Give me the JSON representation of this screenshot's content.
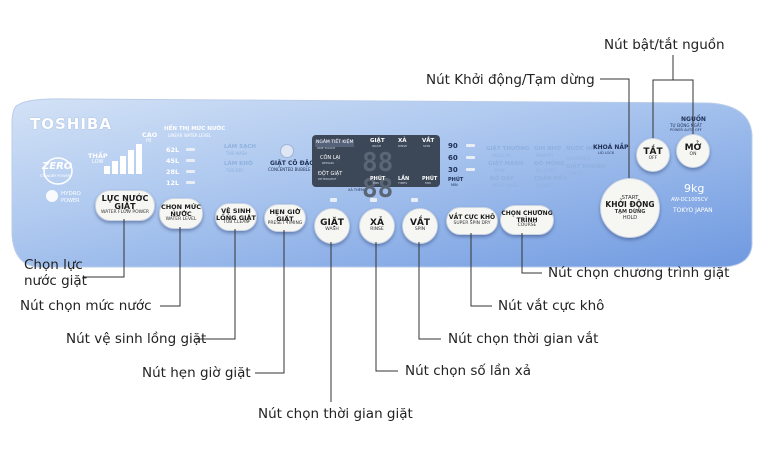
{
  "panel": {
    "brand": "TOSHIBA",
    "zero": "ZERO",
    "zero_sub": "STANDBY POWER",
    "hydro": "HYDRO",
    "hydro_sub": "POWER",
    "water_power": {
      "low": "THẤP",
      "low_sub": "LOW",
      "high": "CAO",
      "high_sub": "HI"
    },
    "water_level": {
      "title": "HỂN THỊ MỨC NƯỚC",
      "sub": "LINEAR WATER LEVEL",
      "levels": [
        "62L",
        "45L",
        "28L",
        "12L"
      ]
    },
    "tub_modes": [
      {
        "label": "LÀM SẠCH",
        "sub": "TUB WASH"
      },
      {
        "label": "LÀM KHÔ",
        "sub": "TUB DRY"
      }
    ],
    "detergent": {
      "label": "GIẶT CÔ ĐẶC",
      "sub": "CONCENTED BUBBLE"
    },
    "display": {
      "left_labels": [
        {
          "label": "NGÂM TIẾT KIỆM",
          "sub": "ONE TOUCH"
        },
        {
          "label": "CÔN LẠI",
          "sub": "REMAIN"
        },
        {
          "label": "ĐỘT GIẶT",
          "sub": "DETERGENT"
        }
      ],
      "top_labels": [
        "GIẶT",
        "XẢ",
        "VẮT"
      ],
      "top_subs": [
        "WASH",
        "RINSE",
        "SPIN"
      ],
      "bottom_labels": [
        "PHÚT",
        "LẦN",
        "PHÚT"
      ],
      "bottom_subs": [
        "MIN",
        "TIMES",
        "MIN"
      ],
      "digits": "88 88"
    },
    "spin_times": [
      "90",
      "60",
      "30",
      "PHÚT"
    ],
    "spin_time_sub": "MIN",
    "programs": [
      {
        "label": "GIẶT THƯỜNG",
        "sub": "REGULAR"
      },
      {
        "label": "GHI NHỚ",
        "sub": "MEMORY"
      },
      {
        "label": "GIẶT MẠNH",
        "sub": "SOAK"
      },
      {
        "label": "ĐỒ MỎNG",
        "sub": "DELICATE"
      },
      {
        "label": "ĐỒ DÀY",
        "sub": "HEAVY WASH"
      },
      {
        "label": "CHĂN MỀN",
        "sub": "BLANKET"
      },
      {
        "label": "NƯỚC NÓNG",
        "sub": "FRAGRANCE"
      },
      {
        "label": "GIẶT NHANH",
        "sub": "SPEED"
      }
    ],
    "lid_lock": {
      "label": "KHOÁ NẮP",
      "sub": "LID LOCK"
    },
    "power_group": {
      "label": "NGUỒN",
      "sub": "TỰ ĐỘNG NGẮT",
      "sub2": "POWER AUTO OFF"
    },
    "model": {
      "capacity": "9kg",
      "code": "AW-DC1005CV",
      "origin": "TOKYO JAPAN"
    }
  },
  "buttons": {
    "water_power": {
      "label": "LỰC NƯỚC GIẶT",
      "sub": "WATER FLOW POWER"
    },
    "water_level": {
      "label": "CHỌN MỨC NƯỚC",
      "sub": "WATER LEVEL"
    },
    "tub_clean": {
      "label": "VỆ SINH LỒNG GIẶT",
      "sub": "TUB CLEAN"
    },
    "timer": {
      "label": "HẸN GIỜ GIẶT",
      "sub": "PRESET TIMING"
    },
    "wash": {
      "label": "GIẶT",
      "sub": "WASH"
    },
    "rinse": {
      "label": "XẢ",
      "sub": "RINSE"
    },
    "spin": {
      "label": "VẮT",
      "sub": "SPIN"
    },
    "super_dry": {
      "label": "VẮT CỰC KHÔ",
      "sub": "SUPER SPIN DRY"
    },
    "course": {
      "label": "CHỌN CHƯƠNG TRÌNH",
      "sub": "COURSE"
    },
    "start": {
      "top": "START",
      "label": "KHỞI ĐỘNG",
      "pause": "TẠM DỪNG",
      "hold": "HOLD"
    },
    "off": {
      "label": "TẮT",
      "sub": "OFF"
    },
    "on": {
      "label": "MỞ",
      "sub": "ON"
    }
  },
  "callouts": {
    "power": "Nút bật/tắt nguồn",
    "start": "Nút Khởi động/Tạm dừng",
    "water_power": "Chọn lực\nnước giặt",
    "water_level": "Nút chọn mức nước",
    "tub_clean": "Nút vệ sinh lồng giặt",
    "timer": "Nút hẹn giờ giặt",
    "wash_time": "Nút chọn thời gian giặt",
    "rinse_count": "Nút chọn số lần xả",
    "spin_time": "Nút chọn thời gian vắt",
    "super_dry": "Nút vắt cực khô",
    "course": "Nút chọn chương trình giặt"
  },
  "colors": {
    "panel_light": "#c8daf4",
    "panel_dark": "#7aa3e4",
    "display": "#3c4858",
    "button_face": "#f6f6f3",
    "callout_line": "#333333"
  }
}
